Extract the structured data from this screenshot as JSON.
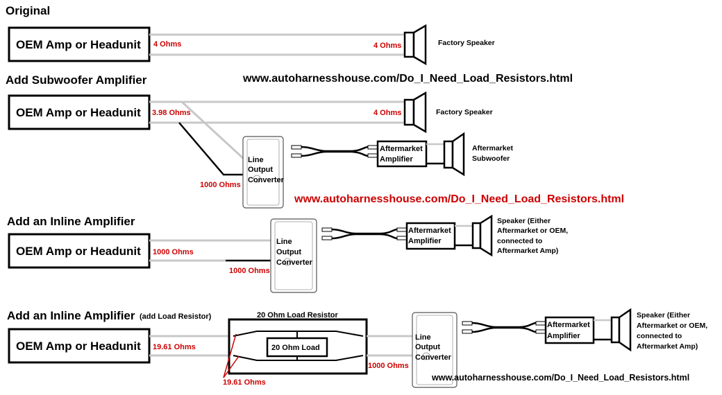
{
  "headings": {
    "original": "Original",
    "add_sub": "Add Subwoofer Amplifier",
    "add_inline": "Add an Inline Amplifier",
    "add_inline_resistor": "Add an Inline Amplifier",
    "add_inline_resistor_note": "(add Load Resistor)"
  },
  "source_label": "OEM Amp or Headunit",
  "ohms": {
    "r1_left": "4 Ohms",
    "r1_right": "4 Ohms",
    "r2_left": "3.98 Ohms",
    "r2_right": "4 Ohms",
    "r2_loc": "1000 Ohms",
    "r3_left": "1000 Ohms",
    "r3_loc": "1000 Ohms",
    "r4_left": "19.61 Ohms",
    "r4_below": "19.61 Ohms",
    "r4_loc": "1000 Ohms"
  },
  "labels": {
    "factory_speaker": "Factory Speaker",
    "aftermarket_amp_line1": "Aftermarket",
    "aftermarket_amp_line2": "Amplifier",
    "aftermarket_sub_line1": "Aftermarket",
    "aftermarket_sub_line2": "Subwoofer",
    "loc_line1": "Line",
    "loc_line2": "Output",
    "loc_line3": "Converter",
    "speaker_line1": "Speaker (Either",
    "speaker_line2": "Aftermarket or OEM,",
    "speaker_line3": "connected to",
    "speaker_line4": "Aftermarket Amp)",
    "resistor_title": "20 Ohm Load Resistor",
    "resistor_inner": "20 Ohm Load"
  },
  "urls": {
    "black": "www.autoharnesshouse.com/Do_I_Need_Load_Resistors.html",
    "red": "www.autoharnesshouse.com/Do_I_Need_Load_Resistors.html",
    "small": "www.autoharnesshouse.com/Do_I_Need_Load_Resistors.html"
  },
  "colors": {
    "wire": "#c8c8c8",
    "ohm_text": "#cc0000",
    "outline": "#000000"
  }
}
